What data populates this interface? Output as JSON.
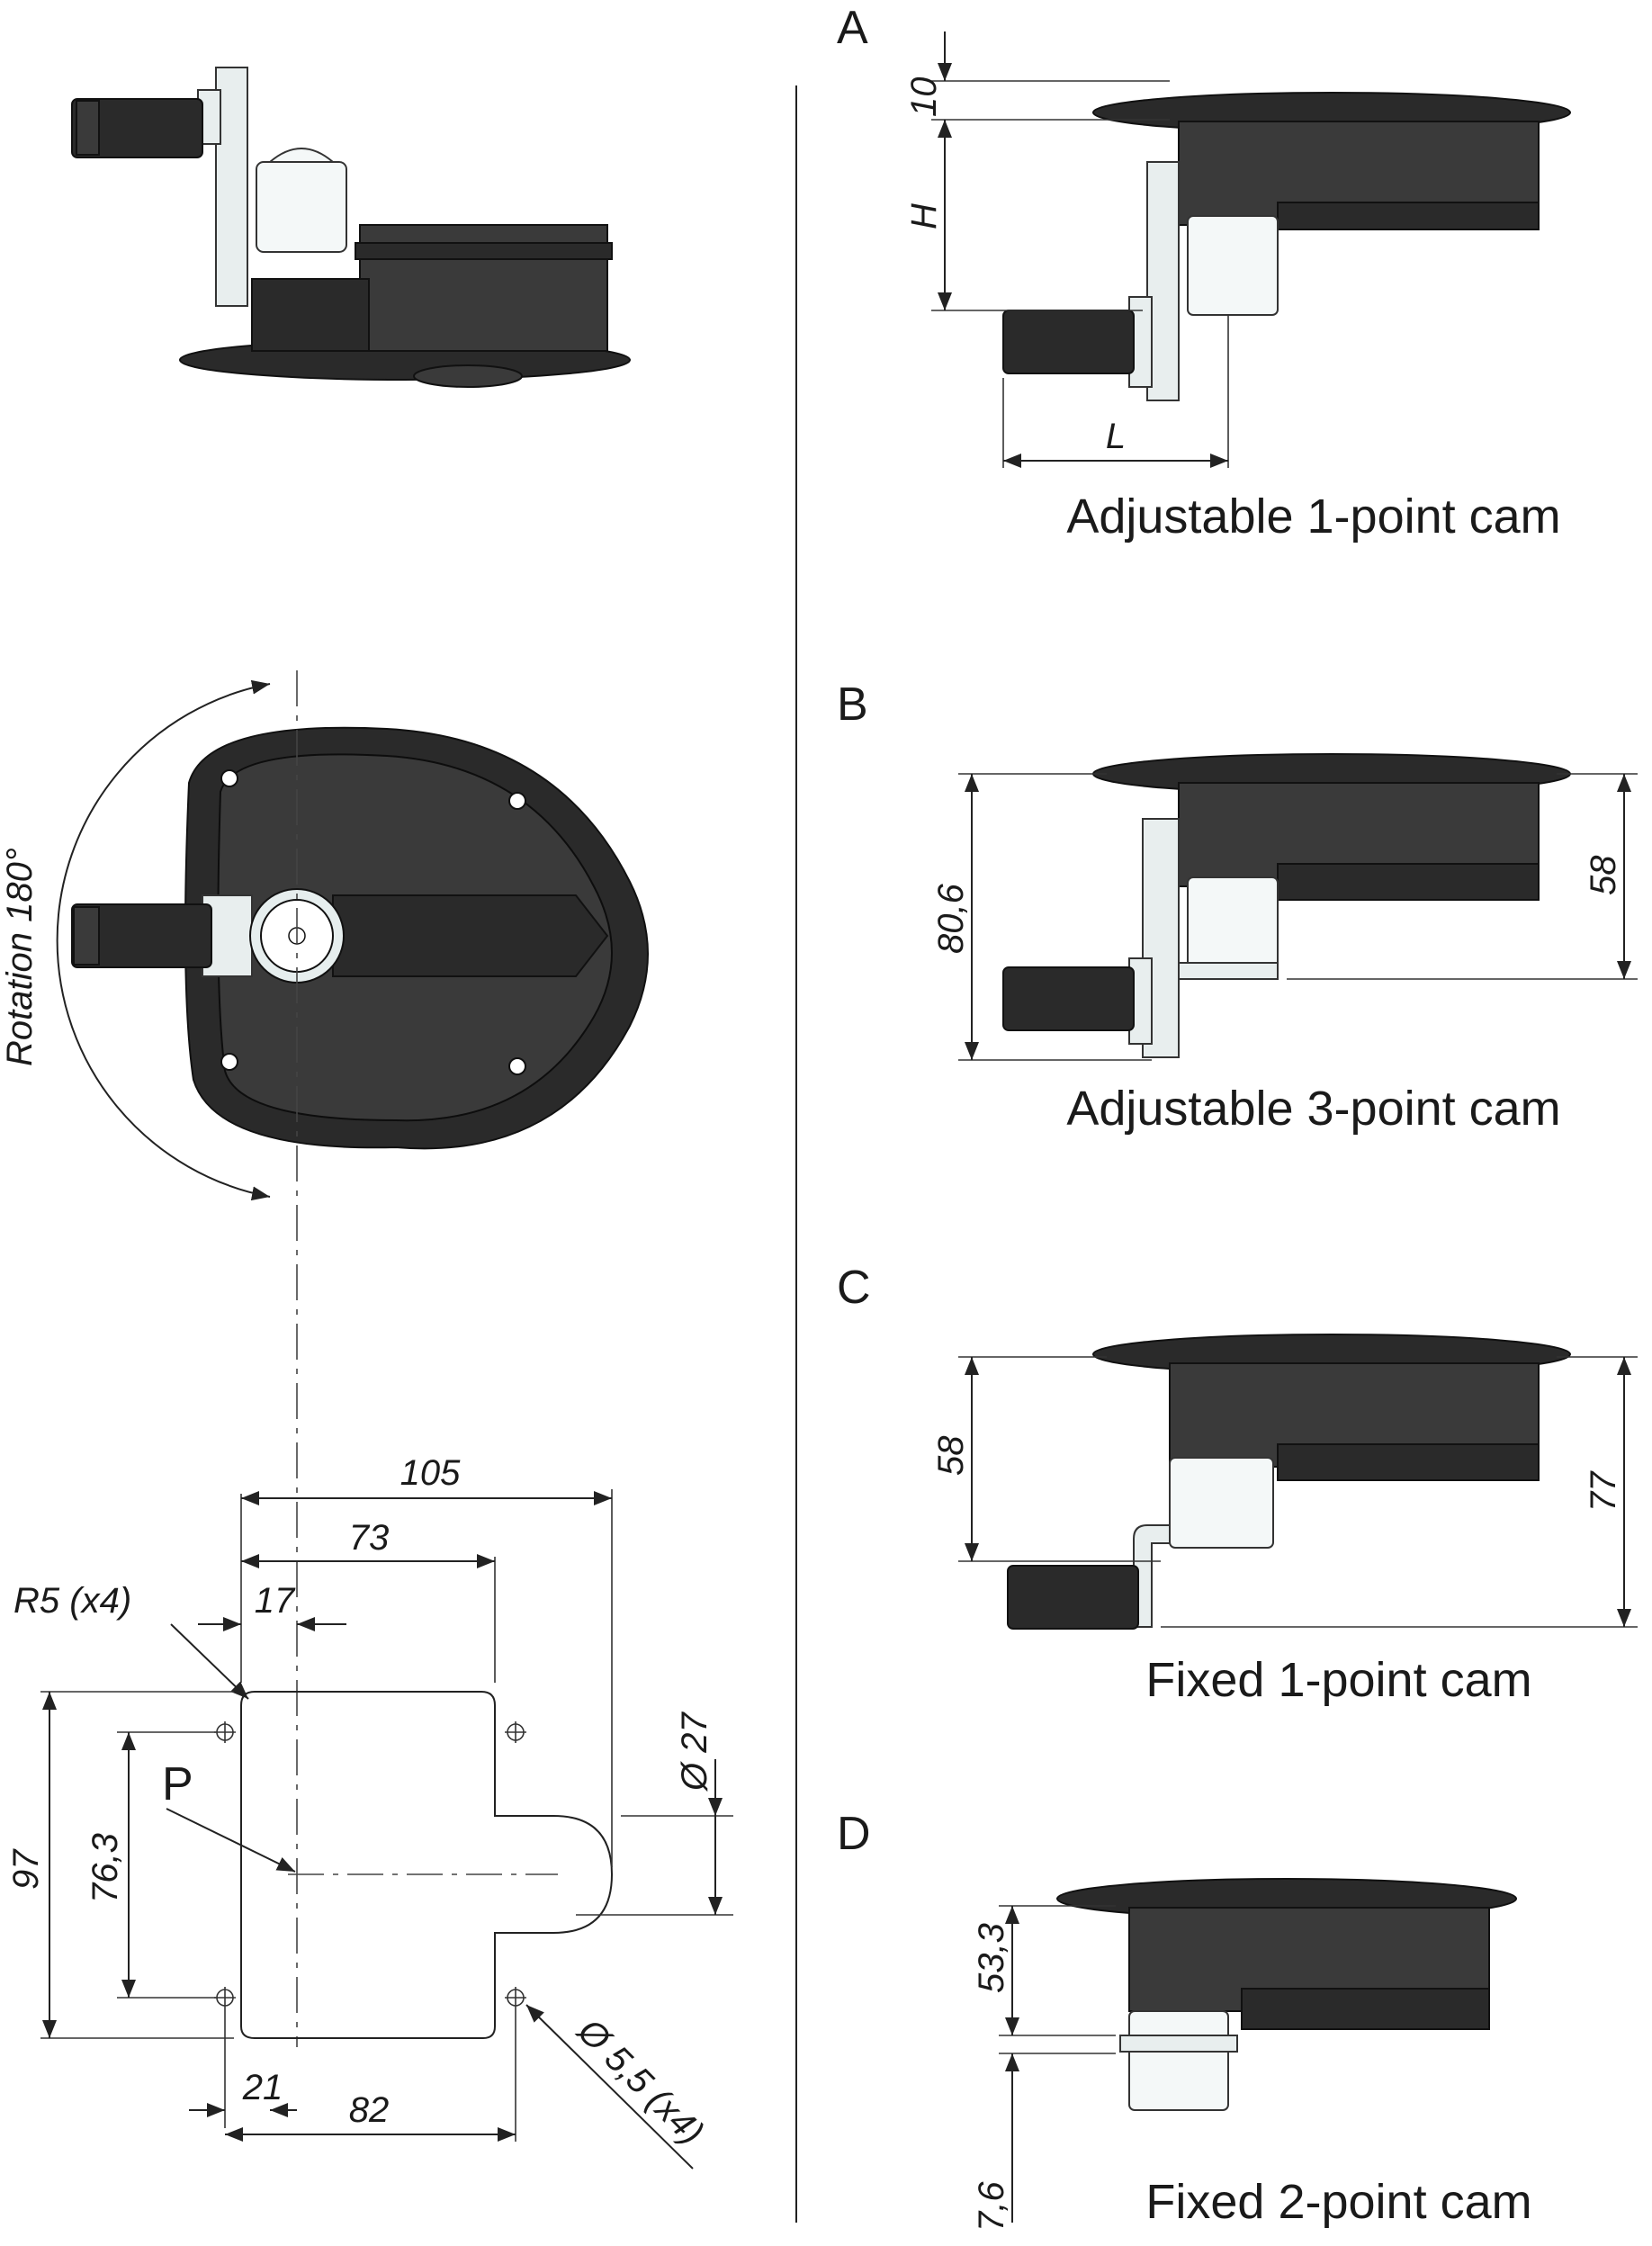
{
  "rotation_label": "Rotation 180°",
  "views": [
    {
      "letter": "A",
      "caption": "Adjustable 1-point cam",
      "dims": [
        "10",
        "H",
        "L"
      ]
    },
    {
      "letter": "B",
      "caption": "Adjustable 3-point cam",
      "dims": [
        "80,6",
        "58"
      ]
    },
    {
      "letter": "C",
      "caption": "Fixed 1-point cam",
      "dims": [
        "58",
        "77"
      ]
    },
    {
      "letter": "D",
      "caption": "Fixed 2-point cam",
      "dims": [
        "53,3",
        "7,6"
      ]
    }
  ],
  "cutout": {
    "width_total": "105",
    "width_slot": "73",
    "offset_left": "17",
    "radius": "R5 (x4)",
    "height": "97",
    "hole_pitch_v": "76,3",
    "point": "P",
    "slot_dia": "Ø 27",
    "offset_bottom": "21",
    "hole_pitch_h": "82",
    "hole_dia": "Ø 5,5 (x4)"
  },
  "icons": [
    "arrow-icon",
    "mounting-hole-icon"
  ]
}
